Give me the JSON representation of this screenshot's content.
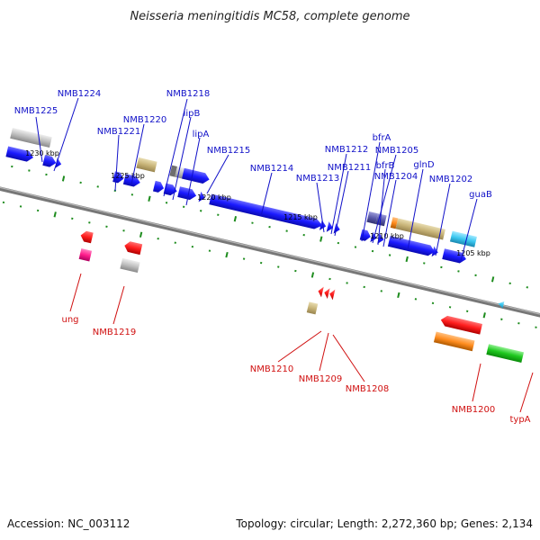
{
  "title": "Neisseria meningitidis MC58, complete genome",
  "footer": {
    "accession": "Accession: NC_003112",
    "summary": "Topology: circular; Length: 2,272,360 bp; Genes: 2,134"
  },
  "colors": {
    "backbone": "#8c8c8c",
    "tick": "#1e8c1e",
    "forward_label": "#1010c8",
    "reverse_label": "#d01010",
    "blue": "#1a1aff",
    "lightblue": "#3cc8f0",
    "gray": "#bdbdbd",
    "tan": "#c8b478",
    "purple": "#5a5aaa",
    "orange": "#ff8c1e",
    "red": "#ff1e1e",
    "magenta": "#ff1e8c",
    "green": "#1ec81e",
    "darkgray": "#6e6e6e"
  },
  "ticks": [
    "1230 kbp",
    "1225 kbp",
    "1220 kbp",
    "1215 kbp",
    "1210 kbp",
    "1205 kbp"
  ],
  "forward_genes": [
    "NMB1224",
    "NMB1225",
    "NMB1218",
    "NMB1220",
    "lipB",
    "NMB1221",
    "lipA",
    "NMB1215",
    "NMB1214",
    "NMB1213",
    "NMB1212",
    "NMB1211",
    "bfrA",
    "NMB1205",
    "bfrB",
    "NMB1204",
    "glnD",
    "NMB1202",
    "guaB"
  ],
  "reverse_genes": [
    "ung",
    "NMB1219",
    "NMB1210",
    "NMB1209",
    "NMB1208",
    "NMB1200",
    "typA"
  ]
}
